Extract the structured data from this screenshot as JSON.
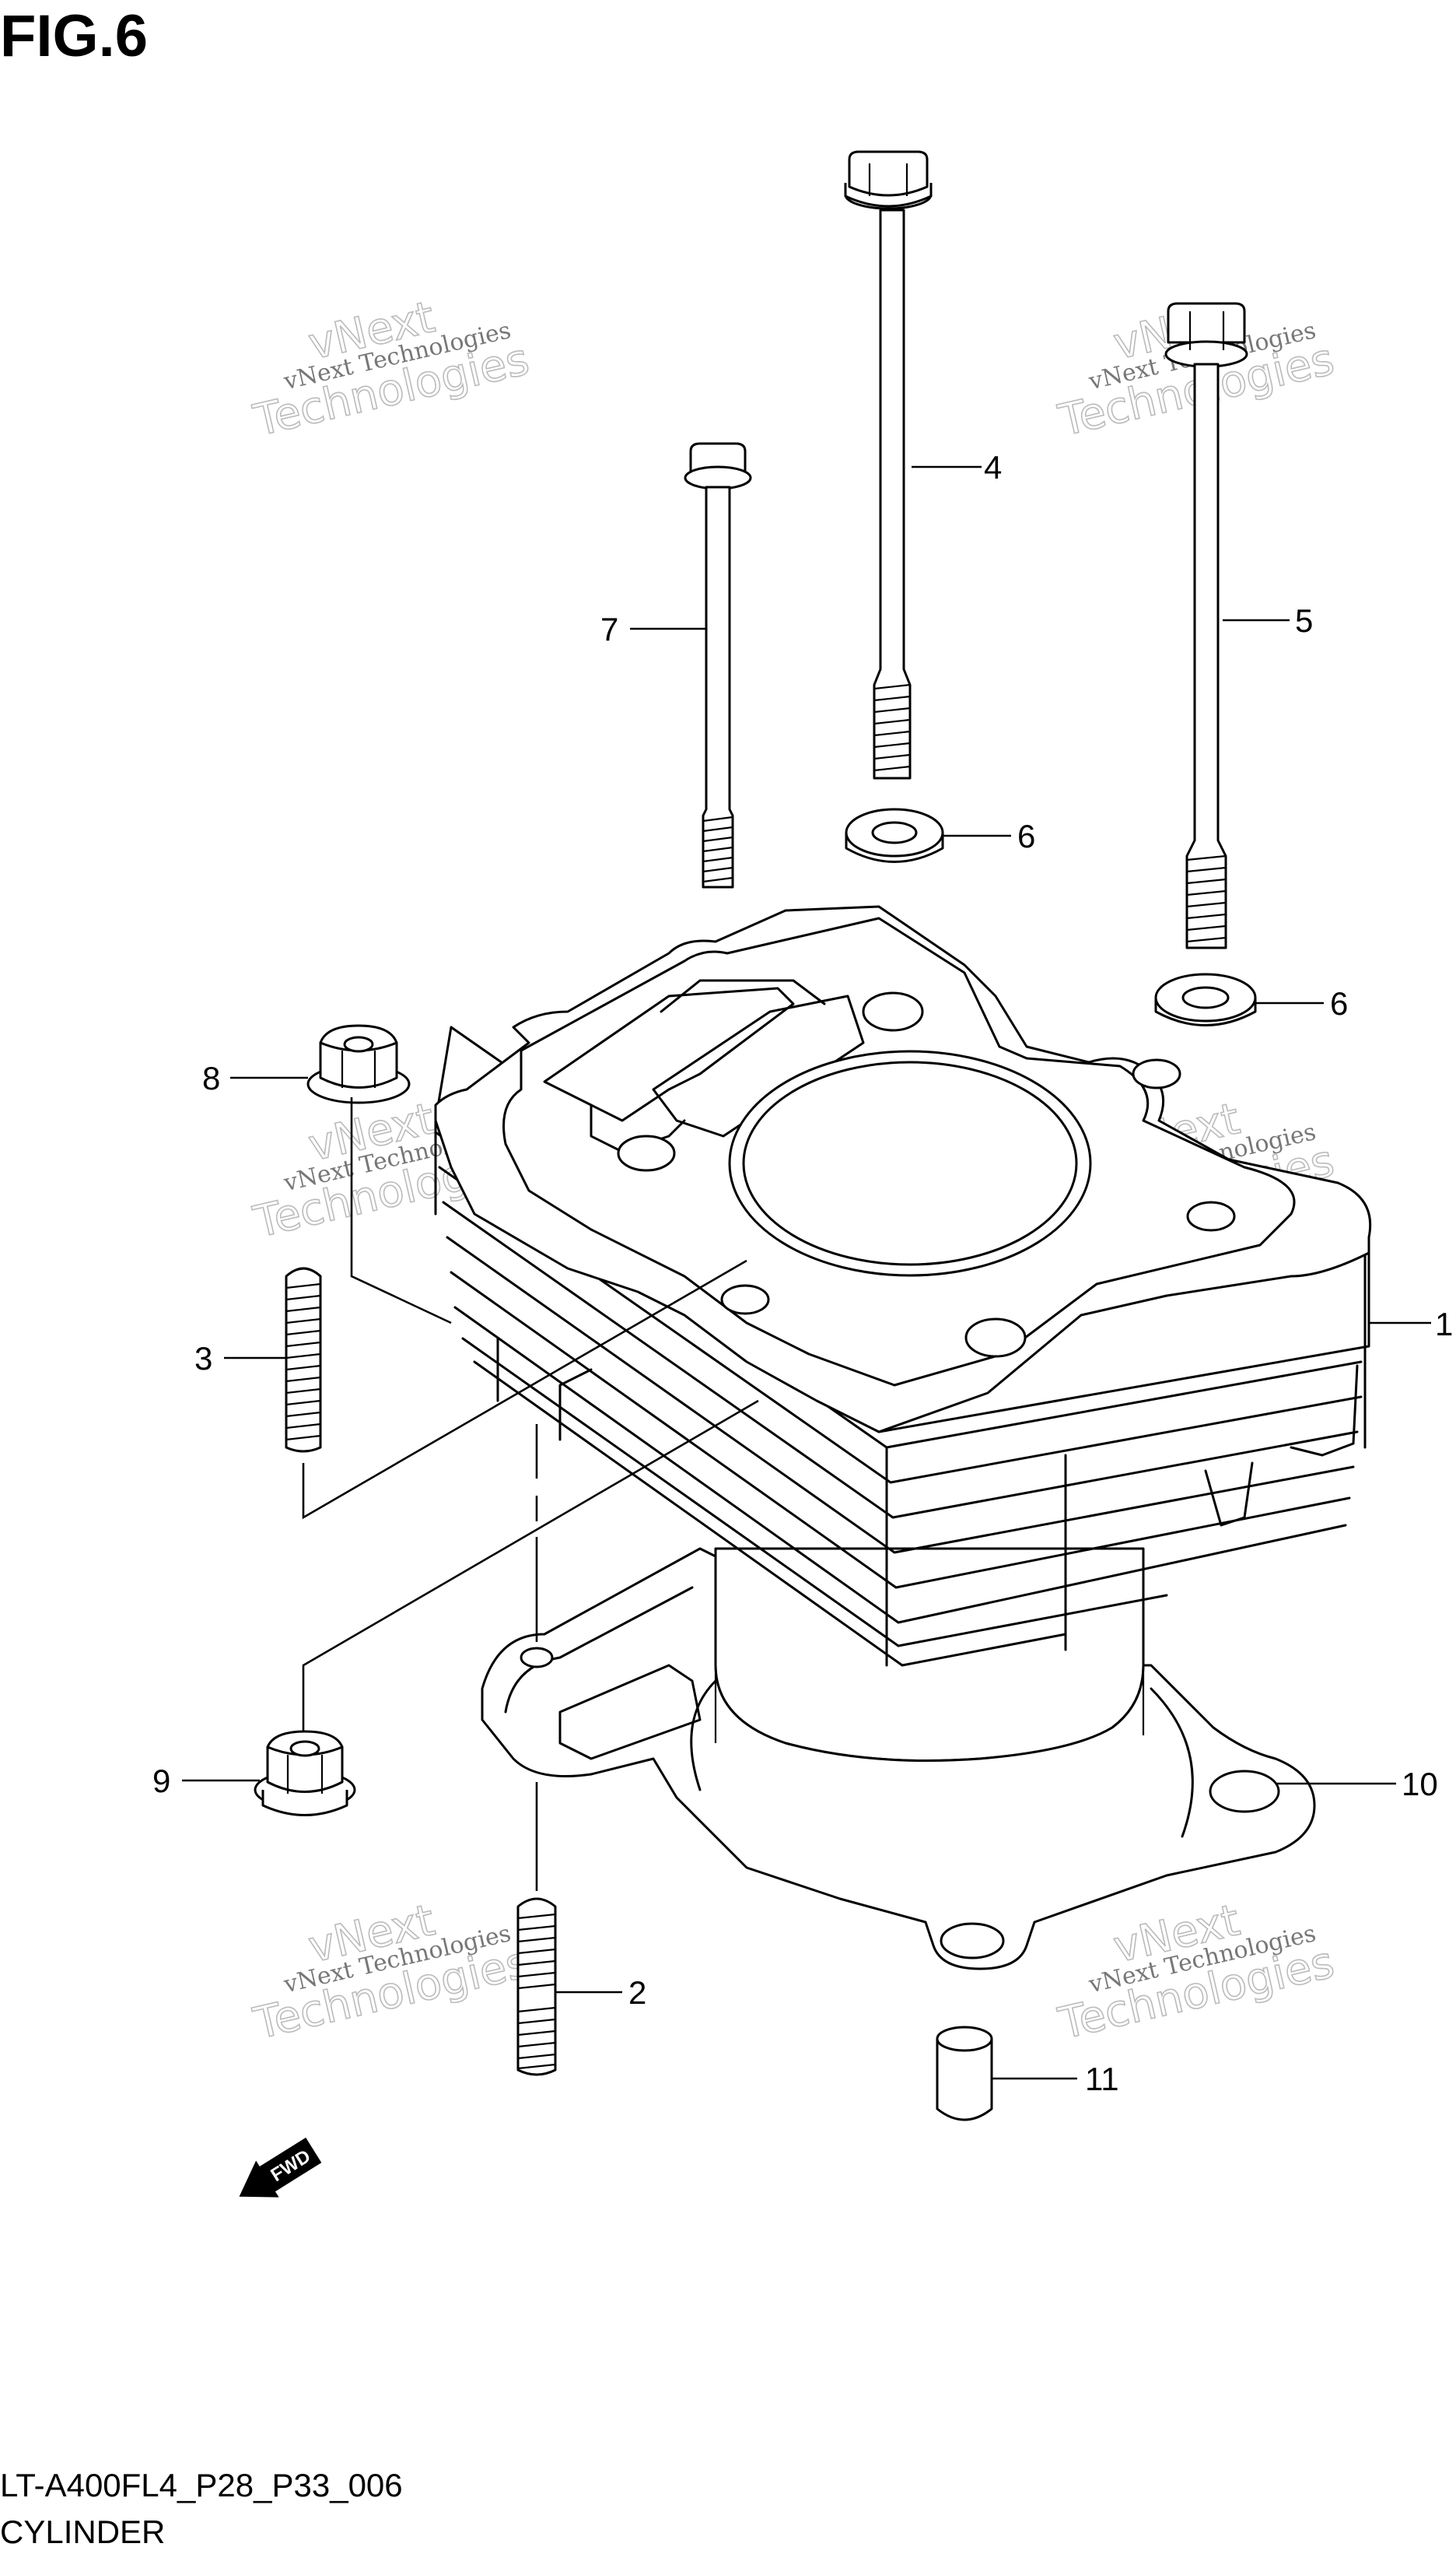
{
  "figure": {
    "title": "FIG.6",
    "code": "LT-A400FL4_P28_P33_006",
    "name": "CYLINDER"
  },
  "callouts": {
    "c1": "1",
    "c2": "2",
    "c3": "3",
    "c4": "4",
    "c5": "5",
    "c6a": "6",
    "c6b": "6",
    "c7": "7",
    "c8": "8",
    "c9": "9",
    "c10": "10",
    "c11": "11"
  },
  "watermark": {
    "line1": "vNext Technologies",
    "line2": "vNext",
    "line3": "Technologies"
  },
  "fwd_marker": "FWD"
}
